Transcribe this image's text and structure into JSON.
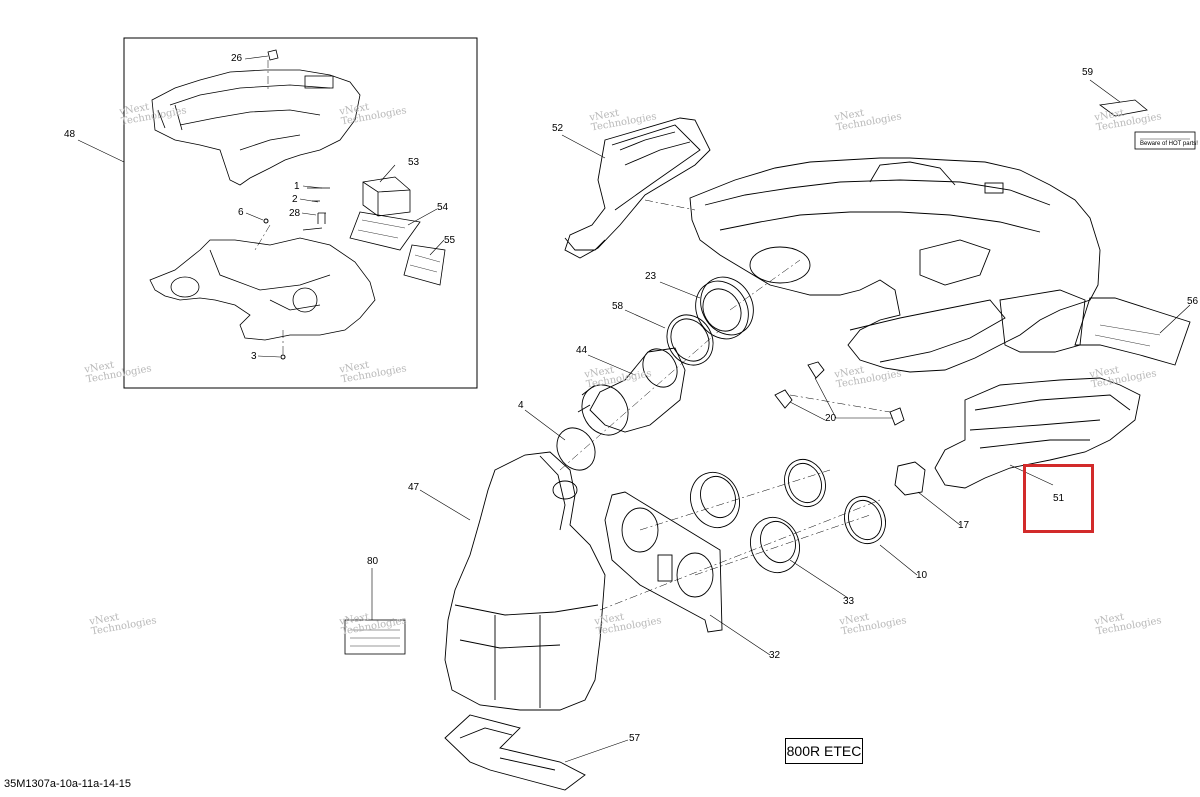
{
  "diagram": {
    "model_label": "800R ETEC",
    "footer_code": "35M1307a-10a-11a-14-15",
    "watermark": [
      "vNext",
      "Technologies"
    ],
    "warning_decal_text": "Beware of HOT parts!",
    "callouts": {
      "c26": "26",
      "c48": "48",
      "c53": "53",
      "c1": "1",
      "c2": "2",
      "c6": "6",
      "c28": "28",
      "c54": "54",
      "c55": "55",
      "c3": "3",
      "c52": "52",
      "c59": "59",
      "c23": "23",
      "c58": "58",
      "c44": "44",
      "c4": "4",
      "c20": "20",
      "c56": "56",
      "c47": "47",
      "c51": "51",
      "c17": "17",
      "c10": "10",
      "c33": "33",
      "c80": "80",
      "c32": "32",
      "c57": "57"
    },
    "highlight_color": "#d22a2a"
  }
}
